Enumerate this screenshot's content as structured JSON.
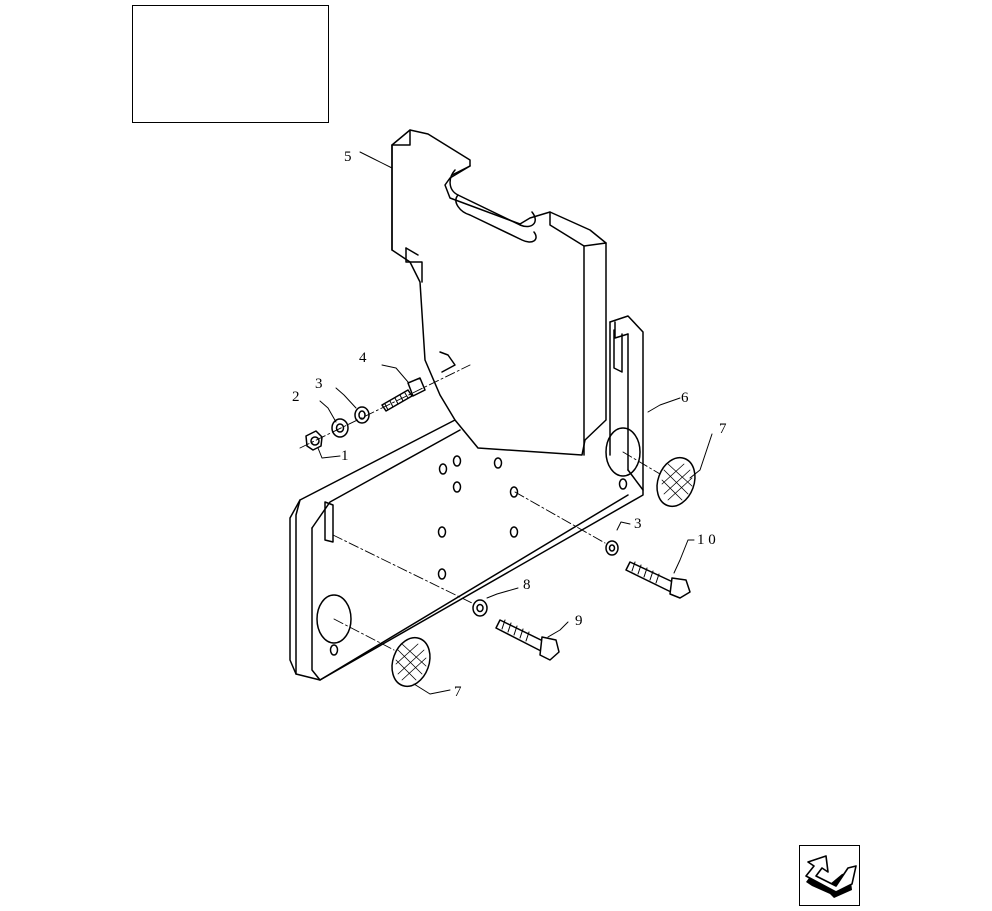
{
  "callouts": {
    "c1": "1",
    "c2": "2",
    "c3a": "3",
    "c3b": "3",
    "c4": "4",
    "c5": "5",
    "c6": "6",
    "c7a": "7",
    "c7b": "7",
    "c8": "8",
    "c9": "9",
    "c10": "1 0"
  },
  "icons": {
    "nav": "arrow-navigation-icon"
  }
}
